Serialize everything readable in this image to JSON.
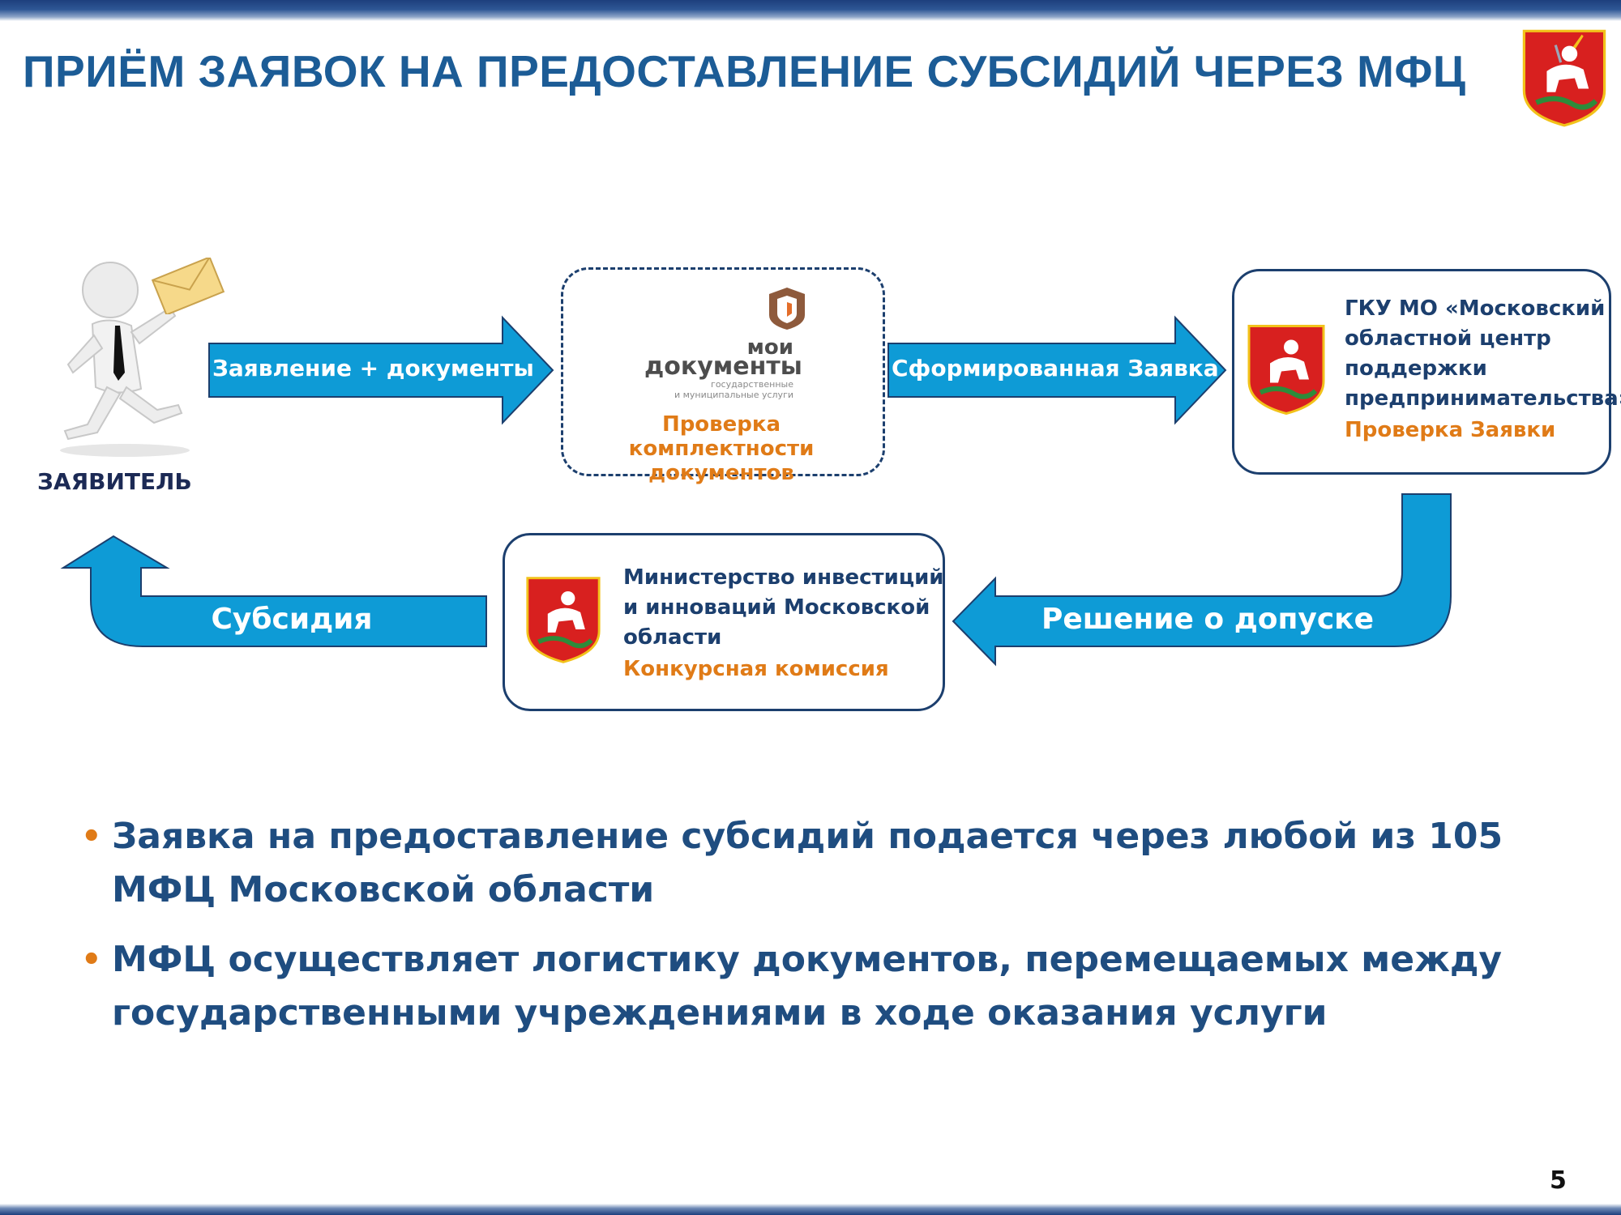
{
  "slide": {
    "title": "ПРИЁМ ЗАЯВОК НА ПРЕДОСТАВЛЕНИЕ СУБСИДИЙ ЧЕРЕЗ МФЦ",
    "page_number": "5"
  },
  "flow": {
    "applicant_label": "ЗАЯВИТЕЛЬ",
    "arrow_application": "Заявление + документы",
    "arrow_formed": "Сформированная Заявка",
    "arrow_decision": "Решение о допуске",
    "arrow_subsidy": "Субсидия",
    "mfc_box": {
      "logo_line1": "мои",
      "logo_line2": "документы",
      "logo_small1": "государственные",
      "logo_small2": "и муниципальные услуги",
      "caption": "Проверка комплектности документов"
    },
    "gku_box": {
      "line1": "ГКУ МО «Московский",
      "line2": "областной центр",
      "line3": "поддержки",
      "line4": "предпринимательства»",
      "caption": "Проверка Заявки"
    },
    "ministry_box": {
      "line1": "Министерство инвестиций",
      "line2": "и инноваций Московской",
      "line3": "области",
      "caption": "Конкурсная комиссия"
    }
  },
  "bullets": [
    "Заявка на предоставление субсидий подается через любой из 105 МФЦ Московской области",
    "МФЦ осуществляет логистику документов, перемещаемых между государственными учреждениями в ходе оказания услуги"
  ],
  "colors": {
    "title_blue": "#1c5c96",
    "arrow_fill": "#0e9bd6",
    "arrow_stroke": "#1c3f6e",
    "accent_orange": "#e07b17",
    "emblem_red": "#d8201f",
    "emblem_gold": "#f2c21a"
  },
  "icons": [
    "moscow-oblast-emblem-icon",
    "running-man-icon",
    "envelope-icon",
    "moi-dokumenty-logo-icon"
  ]
}
